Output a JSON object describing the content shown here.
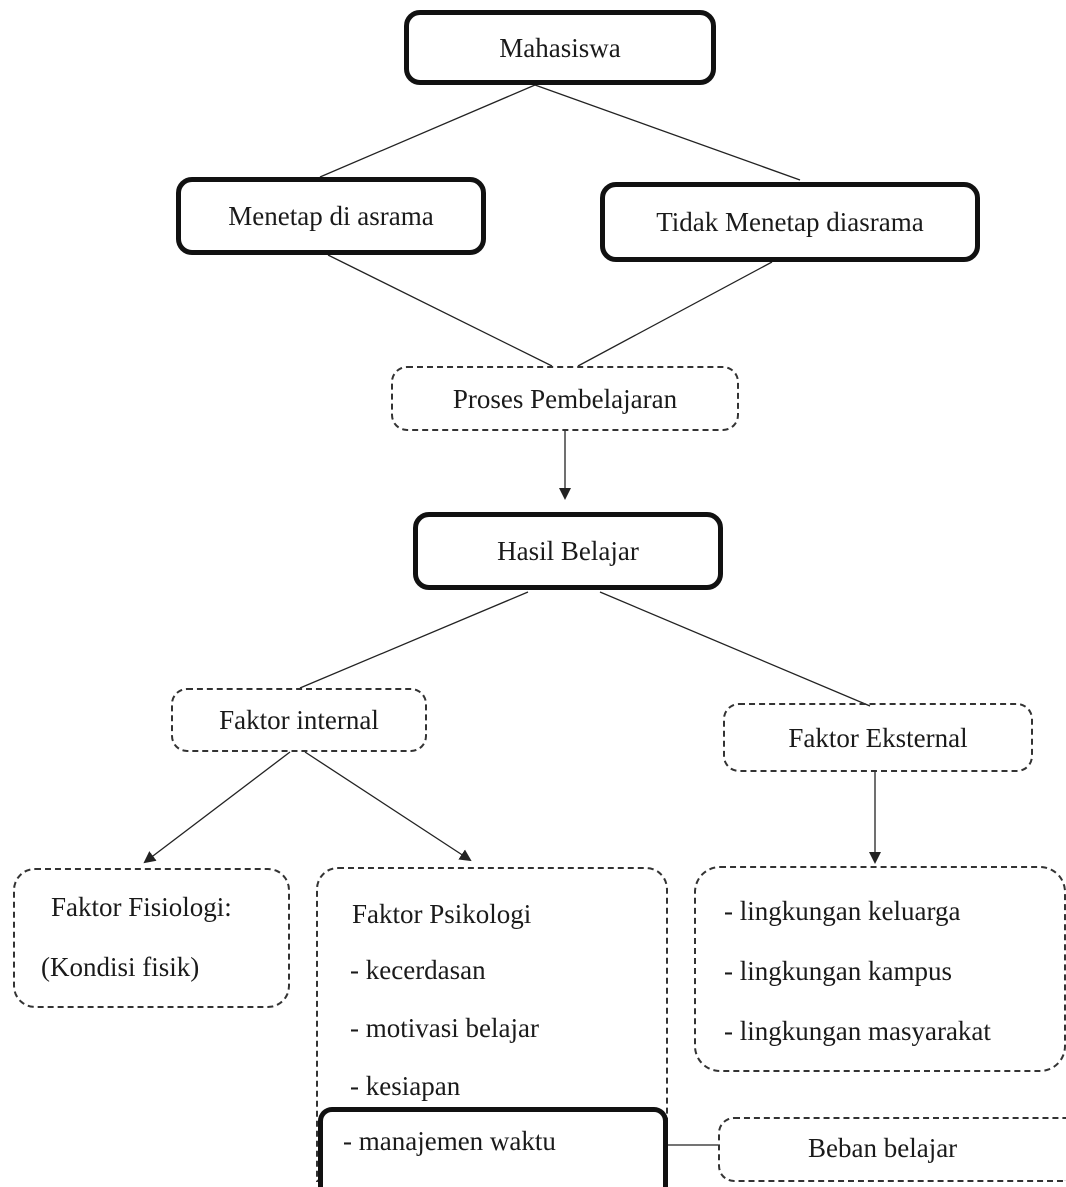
{
  "nodes": {
    "mahasiswa": "Mahasiswa",
    "menetap": "Menetap di asrama",
    "tidak_menetap": "Tidak Menetap diasrama",
    "proses": "Proses Pembelajaran",
    "hasil": "Hasil Belajar",
    "internal": "Faktor internal",
    "eksternal": "Faktor Eksternal",
    "fisiologi": {
      "title": "Faktor Fisiologi:",
      "detail": "(Kondisi fisik)"
    },
    "psikologi": {
      "title": "Faktor Psikologi",
      "items": [
        "- kecerdasan",
        "- motivasi belajar",
        "- kesiapan",
        "- manajemen waktu"
      ]
    },
    "lingkungan": {
      "items": [
        "- lingkungan keluarga",
        "- lingkungan kampus",
        "- lingkungan masyarakat"
      ]
    },
    "beban": "Beban belajar"
  }
}
